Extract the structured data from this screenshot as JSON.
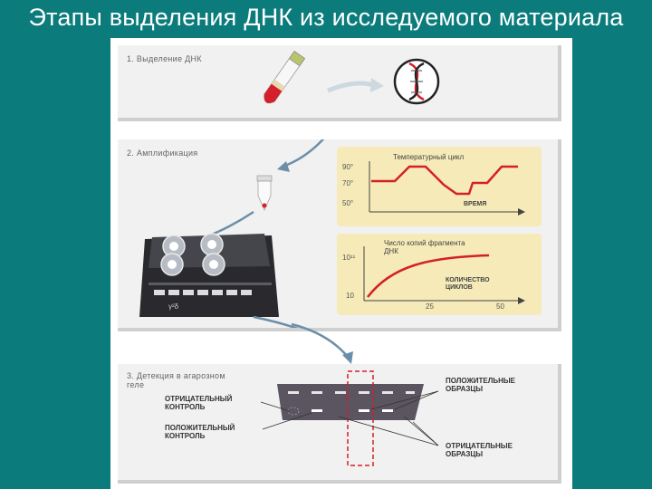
{
  "slide_title": "Этапы выделения ДНК из исследуемого материала",
  "step1": {
    "label": "1. Выделение ДНК"
  },
  "step2": {
    "label": "2. Амплификация",
    "device_marking": "γ²δ",
    "temp_chart": {
      "title": "Температурный цикл",
      "ticks": [
        "90°",
        "70°",
        "50°"
      ],
      "xlabel": "ВРЕМЯ"
    },
    "copies_chart": {
      "title": "Число копий фрагмента ДНК",
      "y_ticks": [
        "10¹¹",
        "10"
      ],
      "x_ticks": [
        "25",
        "50"
      ],
      "xlabel": "КОЛИЧЕСТВО ЦИКЛОВ"
    }
  },
  "step3": {
    "label": "3. Детекция в агарозном геле",
    "neg_control": "ОТРИЦАТЕЛЬНЫЙ КОНТРОЛЬ",
    "pos_control": "ПОЛОЖИТЕЛЬНЫЙ КОНТРОЛЬ",
    "pos_samples": "ПОЛОЖИТЕЛЬНЫЕ ОБРАЗЦЫ",
    "neg_samples": "ОТРИЦАТЕЛЬНЫЕ ОБРАЗЦЫ"
  },
  "colors": {
    "background": "#0b7b7b",
    "panel": "#f1f1f1",
    "chart": "#f5eab8",
    "curve": "#d4202a",
    "gel": "#5a5560",
    "arrow": "#6b8fa8"
  },
  "icons": [
    "test-tube-icon",
    "dna-helix-icon",
    "pcr-tube-icon",
    "thermocycler-icon"
  ]
}
